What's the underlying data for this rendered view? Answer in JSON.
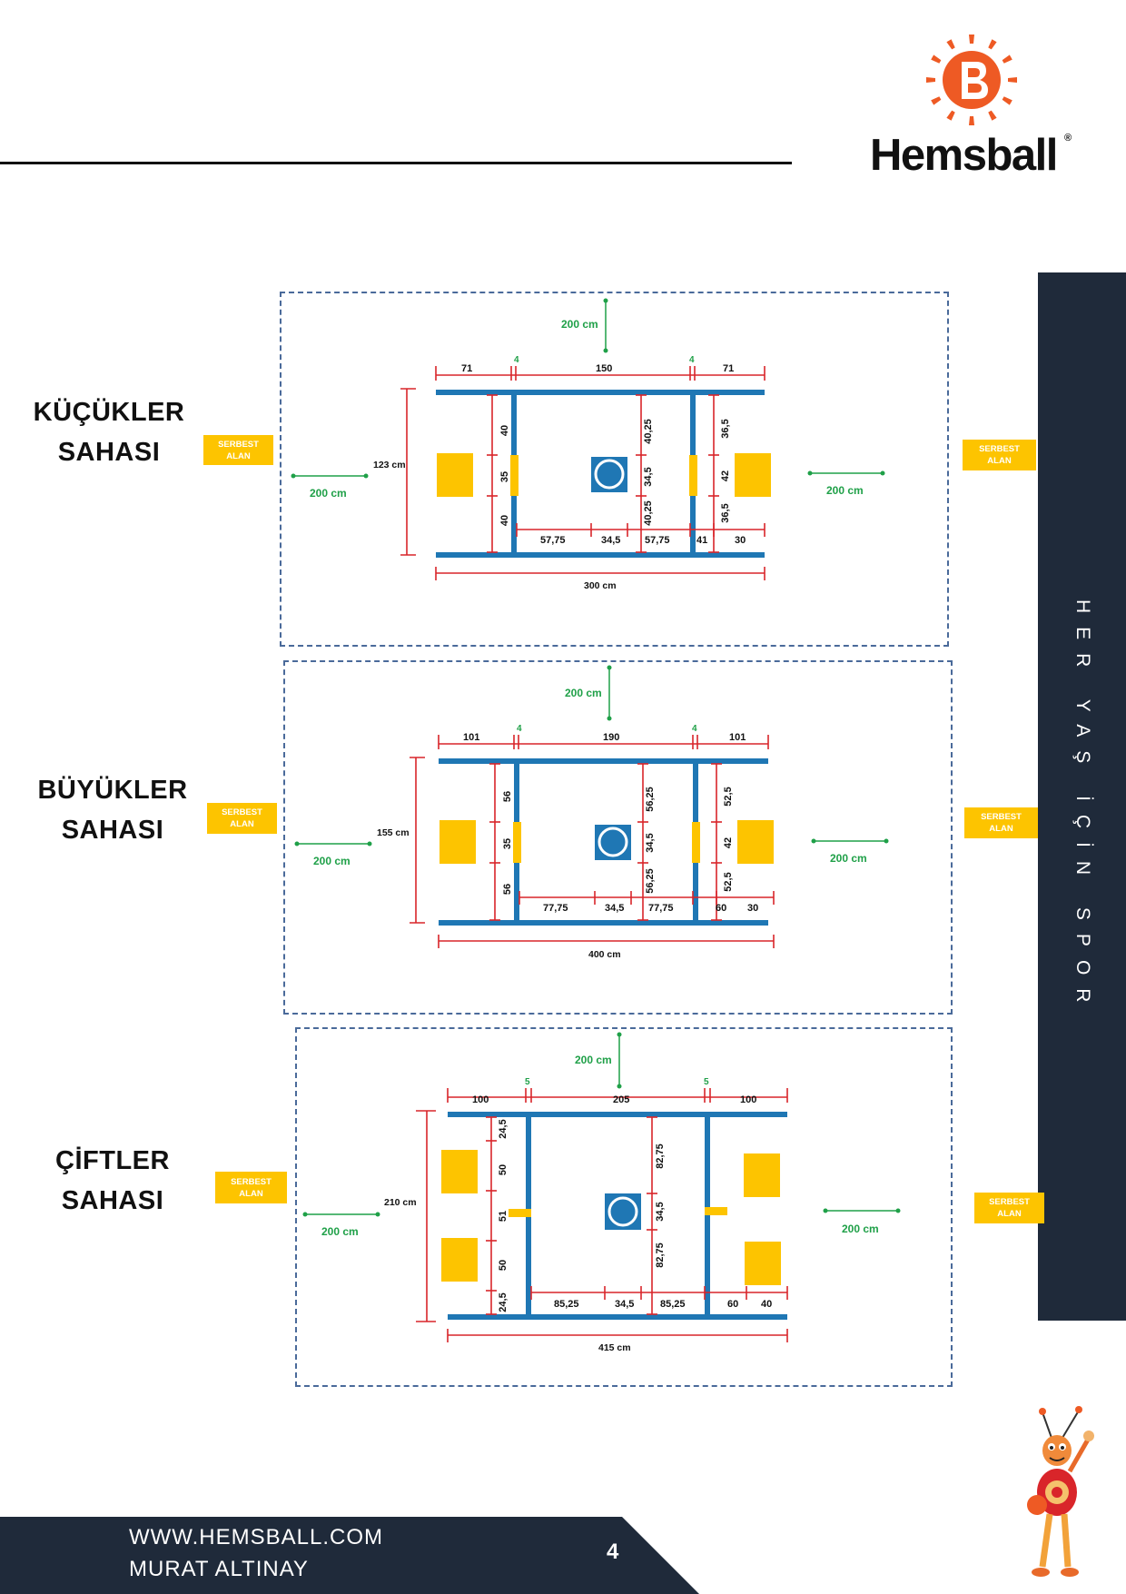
{
  "brand": {
    "name": "Hemsball",
    "reg": "®"
  },
  "side_banner": "HER YAŞ İÇİN SPOR",
  "free_area": [
    "SERBEST",
    "ALAN"
  ],
  "sections": [
    {
      "title_line1": "KÜÇÜKLER",
      "title_line2": "SAHASI",
      "top_clearance": "200 cm",
      "left_clearance": "200 cm",
      "right_clearance": "200 cm",
      "top_dims": [
        "71",
        "150",
        "71"
      ],
      "post_width": [
        "4",
        "4"
      ],
      "height": "123 cm",
      "width": "300 cm",
      "left_dims": [
        "40",
        "35",
        "40"
      ],
      "center_dims": [
        "40,25",
        "34,5",
        "40,25"
      ],
      "right_dims": [
        "36,5",
        "42",
        "36,5"
      ],
      "bottom_dims": [
        "57,75",
        "34,5",
        "57,75",
        "41",
        "30"
      ]
    },
    {
      "title_line1": "BÜYÜKLER",
      "title_line2": "SAHASI",
      "top_clearance": "200 cm",
      "left_clearance": "200 cm",
      "right_clearance": "200 cm",
      "top_dims": [
        "101",
        "190",
        "101"
      ],
      "post_width": [
        "4",
        "4"
      ],
      "height": "155 cm",
      "width": "400 cm",
      "left_dims": [
        "56",
        "35",
        "56"
      ],
      "center_dims": [
        "56,25",
        "34,5",
        "56,25"
      ],
      "right_dims": [
        "52,5",
        "42",
        "52,5"
      ],
      "bottom_dims": [
        "77,75",
        "34,5",
        "77,75",
        "60",
        "30"
      ]
    },
    {
      "title_line1": "ÇİFTLER",
      "title_line2": "SAHASI",
      "top_clearance": "200 cm",
      "left_clearance": "200 cm",
      "right_clearance": "200 cm",
      "top_dims": [
        "100",
        "205",
        "100"
      ],
      "post_width": [
        "5",
        "5"
      ],
      "height": "210 cm",
      "width": "415 cm",
      "left_dims": [
        "24,5",
        "50",
        "51",
        "50",
        "24,5"
      ],
      "center_dims": [
        "82,75",
        "34,5",
        "82,75"
      ],
      "bottom_dims": [
        "85,25",
        "34,5",
        "85,25",
        "60",
        "40"
      ]
    }
  ],
  "footer": {
    "website": "WWW.HEMSBALL.COM",
    "author": "MURAT ALTINAY",
    "page": "4"
  },
  "colors": {
    "court_line": "#1f77b4",
    "dimension": "#d9252a",
    "clearance": "#1fa048",
    "yellow": "#fdc400",
    "navy": "#1f2a3a",
    "logo_orange": "#ee5a24"
  }
}
